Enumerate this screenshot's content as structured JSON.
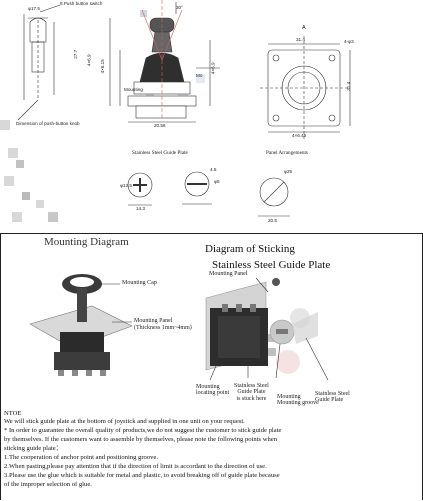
{
  "top_drawings": {
    "dim_phi17_5": "φ17.5",
    "push_button_switch": "8.Push button switch",
    "dim_27_7": "27.7",
    "dim_4x6_9_left": "4×6.9",
    "dim_left_tick": "4×6.15",
    "dimension_note": "Dimension of push-button knob",
    "angle_label": "30°",
    "knob_label": "Mo",
    "mounting_label": "Mounting",
    "dim_4x6_9_right": "4×6.9",
    "dim_bottom_width": "20.56",
    "stainless_guide_plate": "Stainless Steel Guide Plate",
    "panel_label_A": "A",
    "dim_31_4": "31.4",
    "dim_4phi3": "4-φ3",
    "dim_31_4_side": "31.4",
    "dim_4x6_45": "4×6.45",
    "panel_arrangements": "Panel Arrangements",
    "dim_phi12_5": "φ12.5",
    "dim_14_3": "14.3",
    "dim_4_5": "4.5",
    "dim_phi5": "φ5",
    "dim_phi25": "φ25",
    "dim_20_5": "20.5"
  },
  "mounting_diagram": {
    "title": "Mounting Diagram",
    "mounting_cap": "Mounting Cap",
    "mounting_panel": "Mounting Panel",
    "thickness": "(Thickness 1mm~4mm)"
  },
  "sticking_diagram": {
    "title_line1": "Diagram of Sticking",
    "title_line2": "Stainless Steel Guide Plate",
    "mounting_panel": "Mounting Panel",
    "locating_point": [
      "Mounting",
      "locating point"
    ],
    "guide_plate_stuck": [
      "Stainless Steel",
      "Guide Plate",
      "is stuck here"
    ],
    "mounting_groove": [
      "Mounting",
      "Mounting groove"
    ],
    "stainless_steel_guide": [
      "Stainless Steel",
      "Guide Plate"
    ]
  },
  "notes": {
    "heading": "NTOE",
    "lines": [
      "We will stick guide plate at the bottom of joystick and supplied in one unit on your request.",
      "* In order to guarantee the overall quality of products,we do not suggest the customer to stick guide plate",
      "   by themselves. If the customers want to assemble by themselves, please note the following points when",
      "   sticking guide plate：",
      "1.The cooperation of anchor point and positioning groove.",
      "2.When pasting,please pay attention that if the direction of limit is accordant to the direction of use.",
      "3.Please use the glue which is suitable for metal and plastic, to avoid breaking off of guide plate because",
      "   of the improper selection of glue."
    ]
  },
  "colors": {
    "line": "#333333",
    "mosaic_gray": "#b5b5b5",
    "knob_dark": "#2b2b2b",
    "plate_steel": "#c9c9c9",
    "ghost_red": "#e8c6c6"
  }
}
